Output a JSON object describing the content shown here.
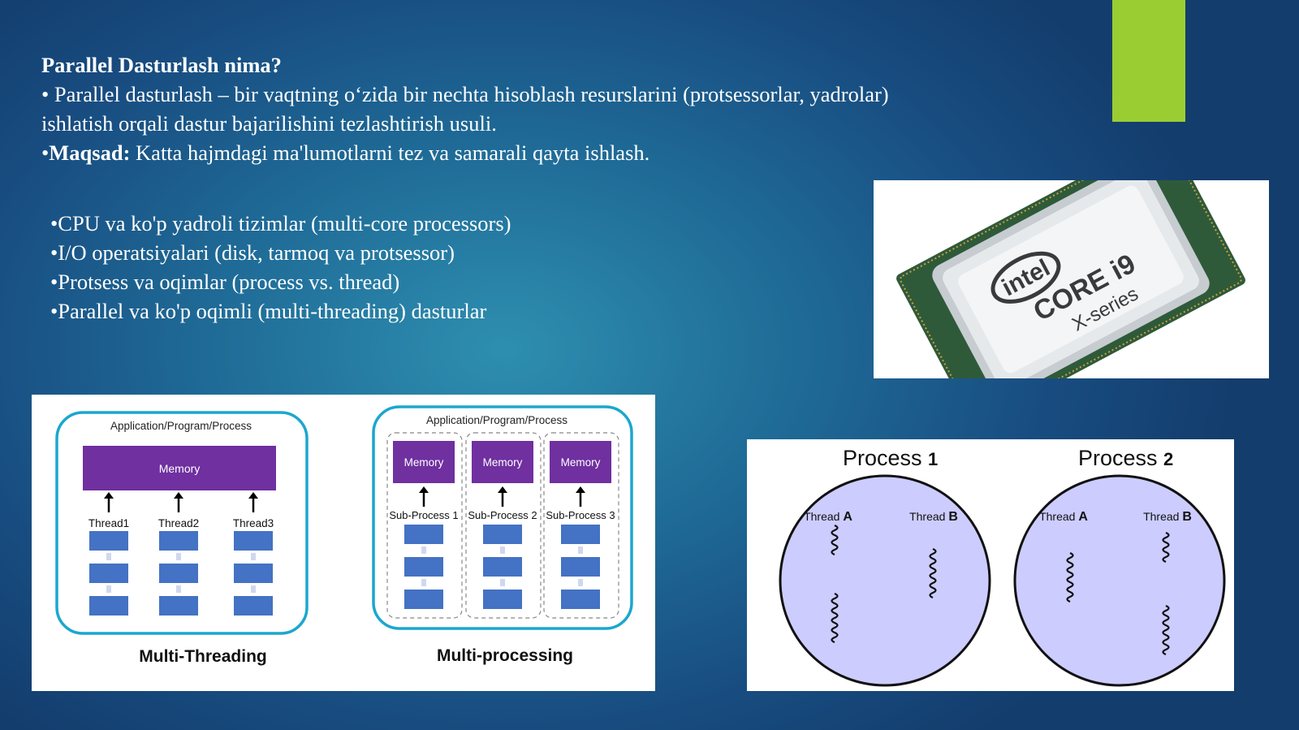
{
  "colors": {
    "accent": "#9acd32",
    "memory": "#7030a0",
    "block": "#4472c4",
    "process_fill": "#ccccff",
    "ring": "#1ba7cf"
  },
  "heading": "Parallel Dasturlash nima?",
  "definition": "• Parallel dasturlash – bir vaqtning oʻzida bir nechta hisoblash resurslarini (protsessorlar, yadrolar) ishlatish orqali dastur bajarilishini tezlashtirish usuli.",
  "goal": {
    "prefix": "•",
    "label": "Maqsad:",
    "text": " Katta hajmdagi ma'lumotlarni tez va samarali qayta ishlash."
  },
  "bullets": [
    "•CPU va ko'p yadroli tizimlar (multi-core processors)",
    "•I/O operatsiyalari (disk, tarmoq va protsessor)",
    "•Protsess va oqimlar (process vs. thread)",
    "•Parallel va ko'p oqimli (multi-threading) dasturlar"
  ],
  "cpu_image": {
    "brand": "intel",
    "line1": "CORE i9",
    "line2": "X-series"
  },
  "multithreading": {
    "header": "Application/Program/Process",
    "memory": "Memory",
    "threads": [
      "Thread1",
      "Thread2",
      "Thread3"
    ],
    "caption": "Multi-Threading"
  },
  "multiprocessing": {
    "header": "Application/Program/Process",
    "memory": "Memory",
    "subprocesses": [
      "Sub-Process 1",
      "Sub-Process 2",
      "Sub-Process 3"
    ],
    "caption": "Multi-processing"
  },
  "process_diagram": {
    "processes": [
      {
        "name": "Process",
        "number": "1"
      },
      {
        "name": "Process",
        "number": "2"
      }
    ],
    "thread_word": "Thread",
    "thread_a": "A",
    "thread_b": "B"
  }
}
